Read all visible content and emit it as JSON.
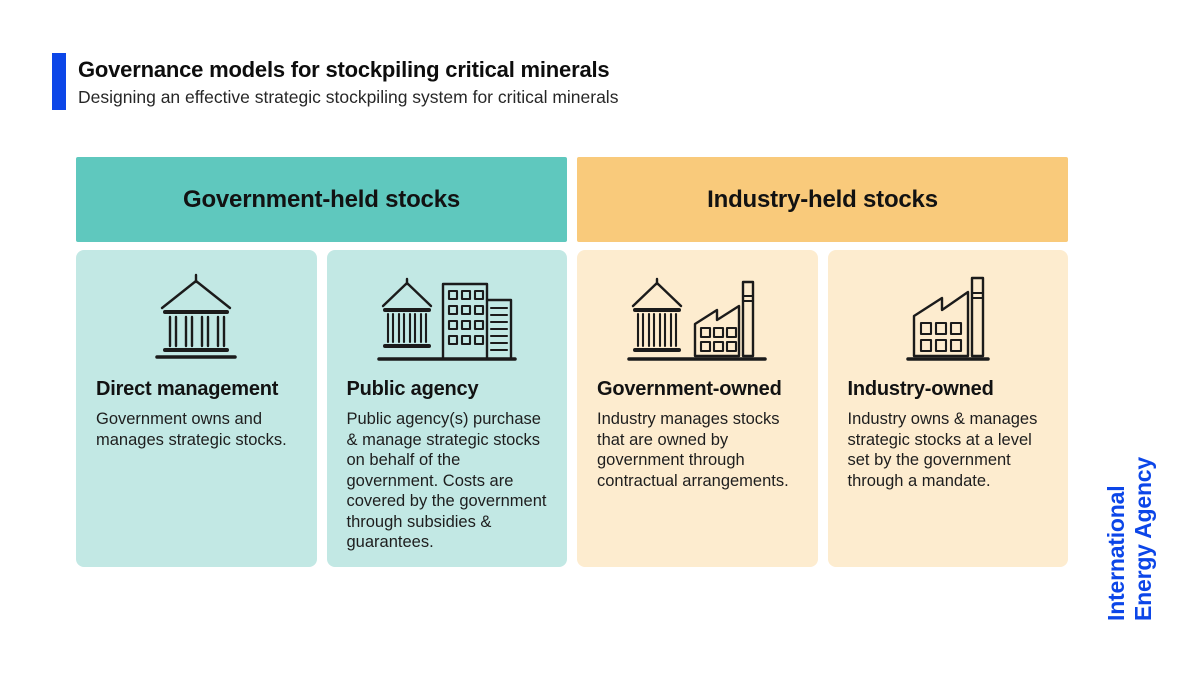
{
  "header": {
    "title": "Governance models for stockpiling critical minerals",
    "subtitle": "Designing an effective strategic stockpiling system for critical minerals"
  },
  "columns": [
    {
      "label": "Government-held stocks",
      "color": "#5fc8be"
    },
    {
      "label": "Industry-held stocks",
      "color": "#f9ca7b"
    }
  ],
  "cards": [
    {
      "group": "government-held",
      "icon": "bank-icon",
      "title": "Direct management",
      "body": "Government owns and manages strategic stocks.",
      "color": "#c2e8e4"
    },
    {
      "group": "government-held",
      "icon": "bank-and-office-buildings-icon",
      "title": "Public agency",
      "body": "Public agency(s) purchase & manage strategic stocks on behalf of the government. Costs are covered by the government through subsidies & guarantees.",
      "color": "#c2e8e4"
    },
    {
      "group": "industry-held",
      "icon": "bank-and-factory-icon",
      "title": "Government-owned",
      "body": "Industry manages stocks that are owned by government through contractual arrangements.",
      "color": "#fdeccf"
    },
    {
      "group": "industry-held",
      "icon": "factory-icon",
      "title": "Industry-owned",
      "body": "Industry owns & manages strategic stocks at a level set by the government through a mandate.",
      "color": "#fdeccf"
    }
  ],
  "logo": {
    "line1": "International",
    "line2": "Energy Agency",
    "color": "#0c46e8"
  },
  "colors": {
    "accent_blue": "#0c46e8",
    "teal_header": "#5fc8be",
    "teal_card": "#c2e8e4",
    "orange_header": "#f9ca7b",
    "orange_card": "#fdeccf",
    "icon_stroke": "#1b1b1b",
    "background": "#ffffff"
  }
}
